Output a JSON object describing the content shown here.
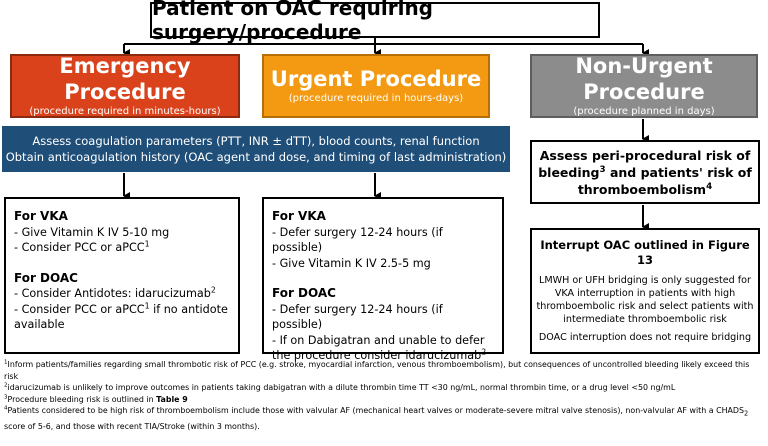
{
  "top": {
    "title": "Patient on OAC requiring surgery/procedure"
  },
  "emergency": {
    "title": "Emergency Procedure",
    "subtitle": "(procedure required in minutes-hours)"
  },
  "urgent": {
    "title": "Urgent Procedure",
    "subtitle": "(procedure required in hours-days)"
  },
  "nonurgent": {
    "title": "Non-Urgent Procedure",
    "subtitle": "(procedure planned in days)"
  },
  "assess": {
    "line1": "Assess coagulation parameters (PTT, INR ± dTT), blood counts, renal function",
    "line2": "Obtain anticoagulation history (OAC agent and dose, and timing of last administration)"
  },
  "peri": {
    "text_a": "Assess peri-procedural risk of bleeding",
    "sup_a": "3",
    "text_b": " and patients' risk of thromboembolism",
    "sup_b": "4"
  },
  "emergency_box": {
    "vka_heading": "For VKA",
    "vka_1": "- Give Vitamin K IV 5-10 mg",
    "vka_2": "- Consider PCC or aPCC",
    "vka_2_sup": "1",
    "doac_heading": "For DOAC",
    "doac_1": "- Consider Antidotes: idarucizumab",
    "doac_1_sup": "2",
    "doac_2a": "- Consider PCC or aPCC",
    "doac_2_sup": "1",
    "doac_2b": " if no antidote available"
  },
  "urgent_box": {
    "vka_heading": "For VKA",
    "vka_1": "- Defer surgery 12-24 hours (if possible)",
    "vka_2": "- Give Vitamin K IV 2.5-5 mg",
    "doac_heading": "For DOAC",
    "doac_1": "- Defer surgery 12-24 hours (if possible)",
    "doac_2": "- If on Dabigatran and unable to defer the procedure consider idarucizumab",
    "doac_2_sup": "2"
  },
  "interrupt": {
    "title": "Interrupt OAC outlined in Figure 13",
    "p1": "LMWH or UFH bridging is only suggested for VKA interruption in patients with high thromboembolic risk and select patients with intermediate thromboembolic risk",
    "p2": "DOAC interruption does not require bridging"
  },
  "footnotes": {
    "f1_num": "1",
    "f1": "Inform patients/families regarding small thrombotic risk of PCC (e.g. stroke, myocardial infarction, venous thromboembolism), but consequences of uncontrolled bleeding likely exceed this risk",
    "f2_num": "2",
    "f2": "idarucizumab is unlikely to improve outcomes in patients taking dabigatran with a dilute thrombin time TT <30 ng/mL, normal thrombin time, or a drug level <50 ng/mL",
    "f3_num": "3",
    "f3": "Procedure bleeding risk is outlined in ",
    "f3_bold": "Table 9",
    "f4_num": "4",
    "f4a": "Patients considered to be high risk of thromboembolism include those with valvular AF (mechanical heart valves or moderate-severe mitral valve stenosis), non-valvular AF with a CHADS",
    "f4_sub": "2",
    "f4b": " score of 5-6, and those with recent TIA/Stroke (within 3 months)."
  }
}
